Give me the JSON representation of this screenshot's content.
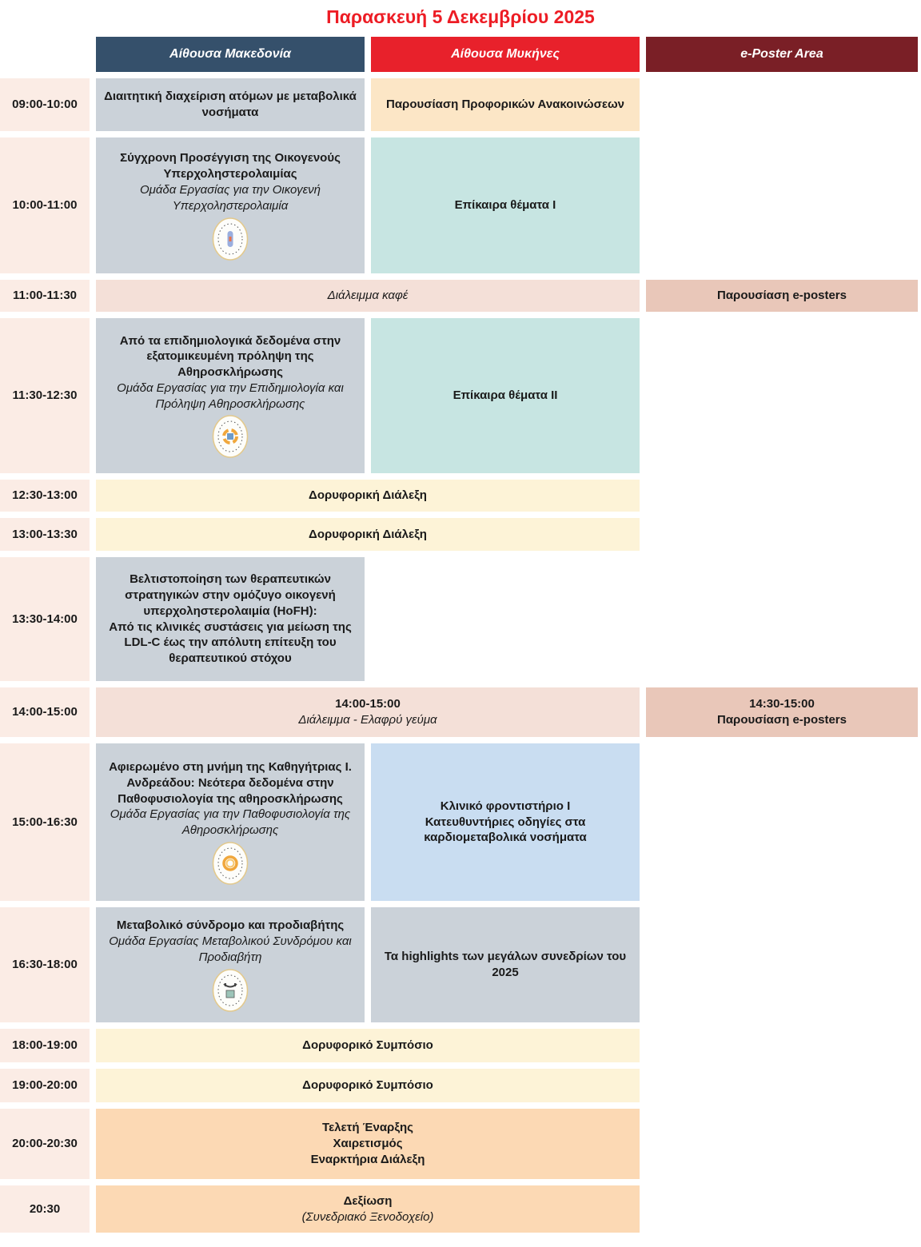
{
  "page_title": "Παρασκευή 5 Δεκεμβρίου 2025",
  "columns": [
    {
      "id": "makedonia",
      "label": "Αίθουσα Μακεδονία",
      "color": "#35506b"
    },
    {
      "id": "mykines",
      "label": "Αίθουσα Μυκήνες",
      "color": "#e8212b"
    },
    {
      "id": "eposter",
      "label": "e-Poster Area",
      "color": "#7a1f26"
    }
  ],
  "palette": {
    "title_red": "#ed1c24",
    "time_cell": "#fbece5",
    "session_gray": "#cbd2d9",
    "teal": "#c7e5e2",
    "cream": "#fdf3d7",
    "orange_light": "#fce6c6",
    "break_pink": "#f4e0d8",
    "eposter_pink": "#e9c7b9",
    "light_blue": "#c9ddf1",
    "peach": "#fcd9b4"
  },
  "schedule": {
    "rows": [
      {
        "time": "09:00-10:00",
        "cells": [
          {
            "column": "makedonia",
            "span": 1,
            "style": "gray",
            "lines": [
              {
                "text": "Διαιτητική διαχείριση ατόμων με μεταβολικά νοσήματα",
                "bold": true
              }
            ]
          },
          {
            "column": "mykines",
            "span": 1,
            "style": "orange",
            "lines": [
              {
                "text": "Παρουσίαση Προφορικών Ανακοινώσεων",
                "bold": true
              }
            ]
          }
        ]
      },
      {
        "time": "10:00-11:00",
        "cells": [
          {
            "column": "makedonia",
            "span": 1,
            "style": "gray",
            "lines": [
              {
                "text": "Σύγχρονη Προσέγγιση της Οικογενούς Υπερχοληστερολαιμίας",
                "bold": true
              },
              {
                "text": "Ομάδα Εργασίας για την Οικογενή Υπερχοληστερολαιμία",
                "italic": true
              }
            ],
            "logo": "fh-workgroup-logo"
          },
          {
            "column": "mykines",
            "span": 1,
            "style": "teal",
            "lines": [
              {
                "text": "Επίκαιρα θέματα Ι",
                "bold": true
              }
            ]
          }
        ]
      },
      {
        "time": "11:00-11:30",
        "cells": [
          {
            "column": "makedonia",
            "span": 2,
            "style": "break",
            "lines": [
              {
                "text": "Διάλειμμα καφέ",
                "italic": true
              }
            ]
          },
          {
            "column": "eposter",
            "span": 1,
            "style": "epost",
            "lines": [
              {
                "text": "Παρουσίαση e-posters",
                "bold": true
              }
            ]
          }
        ]
      },
      {
        "time": "11:30-12:30",
        "cells": [
          {
            "column": "makedonia",
            "span": 1,
            "style": "gray",
            "lines": [
              {
                "text": "Από τα επιδημιολογικά δεδομένα στην εξατομικευμένη πρόληψη της Αθηροσκλήρωσης",
                "bold": true
              },
              {
                "text": "Ομάδα Εργασίας για την Επιδημιολογία και Πρόληψη Αθηροσκλήρωσης",
                "italic": true
              }
            ],
            "logo": "epidemiology-workgroup-logo"
          },
          {
            "column": "mykines",
            "span": 1,
            "style": "teal",
            "lines": [
              {
                "text": "Επίκαιρα θέματα ΙΙ",
                "bold": true
              }
            ]
          }
        ]
      },
      {
        "time": "12:30-13:00",
        "cells": [
          {
            "column": "makedonia",
            "span": 2,
            "style": "cream",
            "lines": [
              {
                "text": "Δορυφορική Διάλεξη",
                "bold": true
              }
            ]
          }
        ]
      },
      {
        "time": "13:00-13:30",
        "cells": [
          {
            "column": "makedonia",
            "span": 2,
            "style": "cream",
            "lines": [
              {
                "text": "Δορυφορική Διάλεξη",
                "bold": true
              }
            ]
          }
        ]
      },
      {
        "time": "13:30-14:00",
        "cells": [
          {
            "column": "makedonia",
            "span": 1,
            "style": "gray",
            "lines": [
              {
                "text": "Βελτιστοποίηση των θεραπευτικών στρατηγικών στην ομόζυγο οικογενή υπερχοληστερολαιμία (HoFH):",
                "bold": true
              },
              {
                "text": "Από τις κλινικές συστάσεις για μείωση της LDL-C έως την απόλυτη επίτευξη του θεραπευτικού στόχου",
                "bold": true
              }
            ]
          }
        ]
      },
      {
        "time": "14:00-15:00",
        "cells": [
          {
            "column": "makedonia",
            "span": 2,
            "style": "break",
            "lines": [
              {
                "text": "14:00-15:00",
                "bold": true
              },
              {
                "text": "Διάλειμμα - Ελαφρύ γεύμα",
                "italic": true
              }
            ]
          },
          {
            "column": "eposter",
            "span": 1,
            "style": "epost",
            "lines": [
              {
                "text": "14:30-15:00",
                "bold": true
              },
              {
                "text": "Παρουσίαση e-posters",
                "bold": true
              }
            ]
          }
        ]
      },
      {
        "time": "15:00-16:30",
        "cells": [
          {
            "column": "makedonia",
            "span": 1,
            "style": "gray",
            "lines": [
              {
                "text": "Αφιερωμένο στη μνήμη της Καθηγήτριας Ι. Ανδρεάδου: Νεότερα δεδομένα στην Παθοφυσιολογία της αθηροσκλήρωσης",
                "bold": true
              },
              {
                "text": "Ομάδα Εργασίας για την Παθοφυσιολογία της Αθηροσκλήρωσης",
                "italic": true
              }
            ],
            "logo": "pathophysiology-workgroup-logo"
          },
          {
            "column": "mykines",
            "span": 1,
            "style": "blue",
            "lines": [
              {
                "text": "Κλινικό φροντιστήριο Ι",
                "bold": true
              },
              {
                "text": "Κατευθυντήριες οδηγίες στα καρδιομεταβολικά νοσήματα",
                "bold": true
              }
            ]
          }
        ]
      },
      {
        "time": "16:30-18:00",
        "cells": [
          {
            "column": "makedonia",
            "span": 1,
            "style": "gray",
            "lines": [
              {
                "text": "Μεταβολικό σύνδρομο και προδιαβήτης",
                "bold": true
              },
              {
                "text": "Ομάδα Εργασίας Μεταβολικού Συνδρόμου και Προδιαβήτη",
                "italic": true
              }
            ],
            "logo": "metabolic-syndrome-workgroup-logo"
          },
          {
            "column": "mykines",
            "span": 1,
            "style": "gray",
            "lines": [
              {
                "text": "Τα highlights των μεγάλων συνεδρίων του 2025",
                "bold": true
              }
            ]
          }
        ]
      },
      {
        "time": "18:00-19:00",
        "cells": [
          {
            "column": "makedonia",
            "span": 2,
            "style": "cream",
            "lines": [
              {
                "text": "Δορυφορικό Συμπόσιο",
                "bold": true
              }
            ]
          }
        ]
      },
      {
        "time": "19:00-20:00",
        "cells": [
          {
            "column": "makedonia",
            "span": 2,
            "style": "cream",
            "lines": [
              {
                "text": "Δορυφορικό Συμπόσιο",
                "bold": true
              }
            ]
          }
        ]
      },
      {
        "time": "20:00-20:30",
        "cells": [
          {
            "column": "makedonia",
            "span": 2,
            "style": "peach",
            "lines": [
              {
                "text": "Τελετή Έναρξης",
                "bold": true
              },
              {
                "text": "Χαιρετισμός",
                "bold": true
              },
              {
                "text": "Εναρκτήρια Διάλεξη",
                "bold": true
              }
            ]
          }
        ]
      },
      {
        "time": "20:30",
        "cells": [
          {
            "column": "makedonia",
            "span": 2,
            "style": "peach",
            "lines": [
              {
                "text": "Δεξίωση",
                "bold": true
              },
              {
                "text": "(Συνεδριακό Ξενοδοχείο)",
                "italic": true
              }
            ]
          }
        ]
      }
    ]
  }
}
